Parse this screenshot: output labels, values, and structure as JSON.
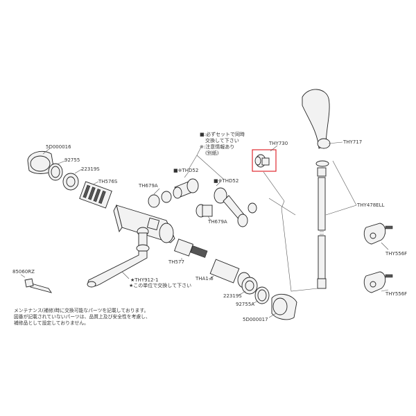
{
  "labels": {
    "sd16": "5D000016",
    "p92755": "92755",
    "p22319s_top": "22319S",
    "th576s": "TH576S",
    "th679a_left": "TH679A",
    "thd52_left": "THD52",
    "thd52_right": "THD52",
    "th679a_right": "TH679A",
    "thy730": "THY730",
    "thy717": "THY717",
    "thy478ell": "THY478ELL",
    "thy556f_top": "THY556F",
    "thy556f_bot": "THY556F",
    "th577": "TH577",
    "tha1_6": "THA1-6",
    "p22319s_bot": "22319S",
    "p92755a": "92755A",
    "sd17": "5D000017",
    "thy912": "THY912-1",
    "b8506drz": "85060RZ"
  },
  "notes": {
    "set_note_1": "■:必ずセットで同時",
    "set_note_2": "交換して下さい",
    "set_note_3": "※:注意情報あり",
    "set_note_4": "(別紙)",
    "unit_note": "★この単位で交換して下さい",
    "footer_1": "メンテナンス(補修)時に交換可能なパーツを記載しております。",
    "footer_2": "図番が記載されていないパーツは、品質上及び安全性を考慮し、",
    "footer_3": "補修品として設定しておりません。"
  },
  "markers": {
    "thd52_left_prefix": "■※",
    "thd52_right_prefix": "■※",
    "thy912_prefix": "★"
  },
  "highlight": {
    "part": "THY730",
    "color": "#e0282e"
  }
}
